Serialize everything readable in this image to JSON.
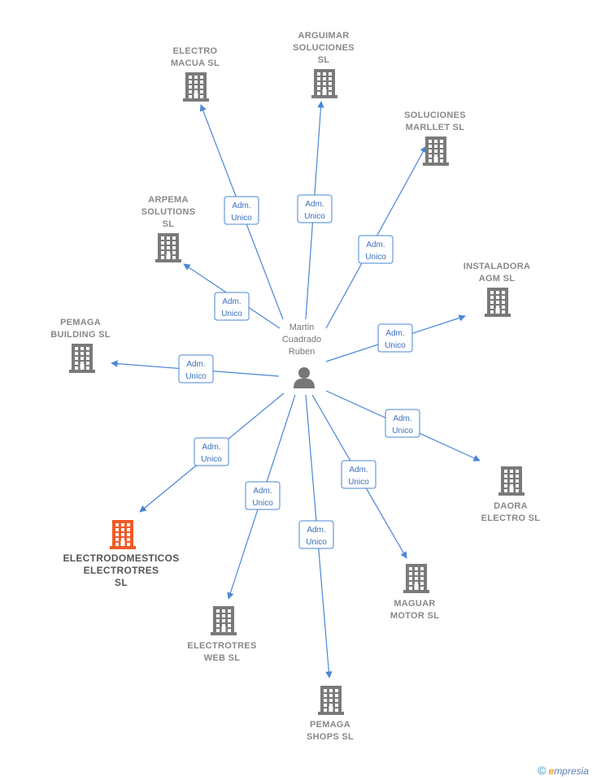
{
  "center": {
    "label_lines": [
      "Martin",
      "Cuadrado",
      "Ruben"
    ]
  },
  "relation_lines": [
    "Adm.",
    "Unico"
  ],
  "companies": [
    {
      "id": "electro-macua",
      "label_lines": [
        "ELECTRO",
        "MACUA  SL"
      ],
      "highlight": false
    },
    {
      "id": "arguimar",
      "label_lines": [
        "ARGUIMAR",
        "SOLUCIONES",
        "SL"
      ],
      "highlight": false
    },
    {
      "id": "soluciones-marllet",
      "label_lines": [
        "SOLUCIONES",
        "MARLLET  SL"
      ],
      "highlight": false
    },
    {
      "id": "arpema",
      "label_lines": [
        "ARPEMA",
        "SOLUTIONS",
        "SL"
      ],
      "highlight": false
    },
    {
      "id": "instaladora-agm",
      "label_lines": [
        "INSTALADORA",
        "AGM  SL"
      ],
      "highlight": false
    },
    {
      "id": "pemaga-building",
      "label_lines": [
        "PEMAGA",
        "BUILDING  SL"
      ],
      "highlight": false
    },
    {
      "id": "daora-electro",
      "label_lines": [
        "DAORA",
        "ELECTRO  SL"
      ],
      "highlight": false
    },
    {
      "id": "electrodomesticos",
      "label_lines": [
        "ELECTRODOMESTICOS",
        "ELECTROTRES",
        "SL"
      ],
      "highlight": true
    },
    {
      "id": "maguar-motor",
      "label_lines": [
        "MAGUAR",
        "MOTOR  SL"
      ],
      "highlight": false
    },
    {
      "id": "electrotres-web",
      "label_lines": [
        "ELECTROTRES",
        "WEB  SL"
      ],
      "highlight": false
    },
    {
      "id": "pemaga-shops",
      "label_lines": [
        "PEMAGA",
        "SHOPS  SL"
      ],
      "highlight": false
    }
  ],
  "colors": {
    "edge": "#4a86d6",
    "building": "#7a7a7a",
    "building_highlight": "#f05a28",
    "person": "#777777"
  },
  "brand": {
    "symbol": "©",
    "initial": "e",
    "rest": "mpresia"
  }
}
